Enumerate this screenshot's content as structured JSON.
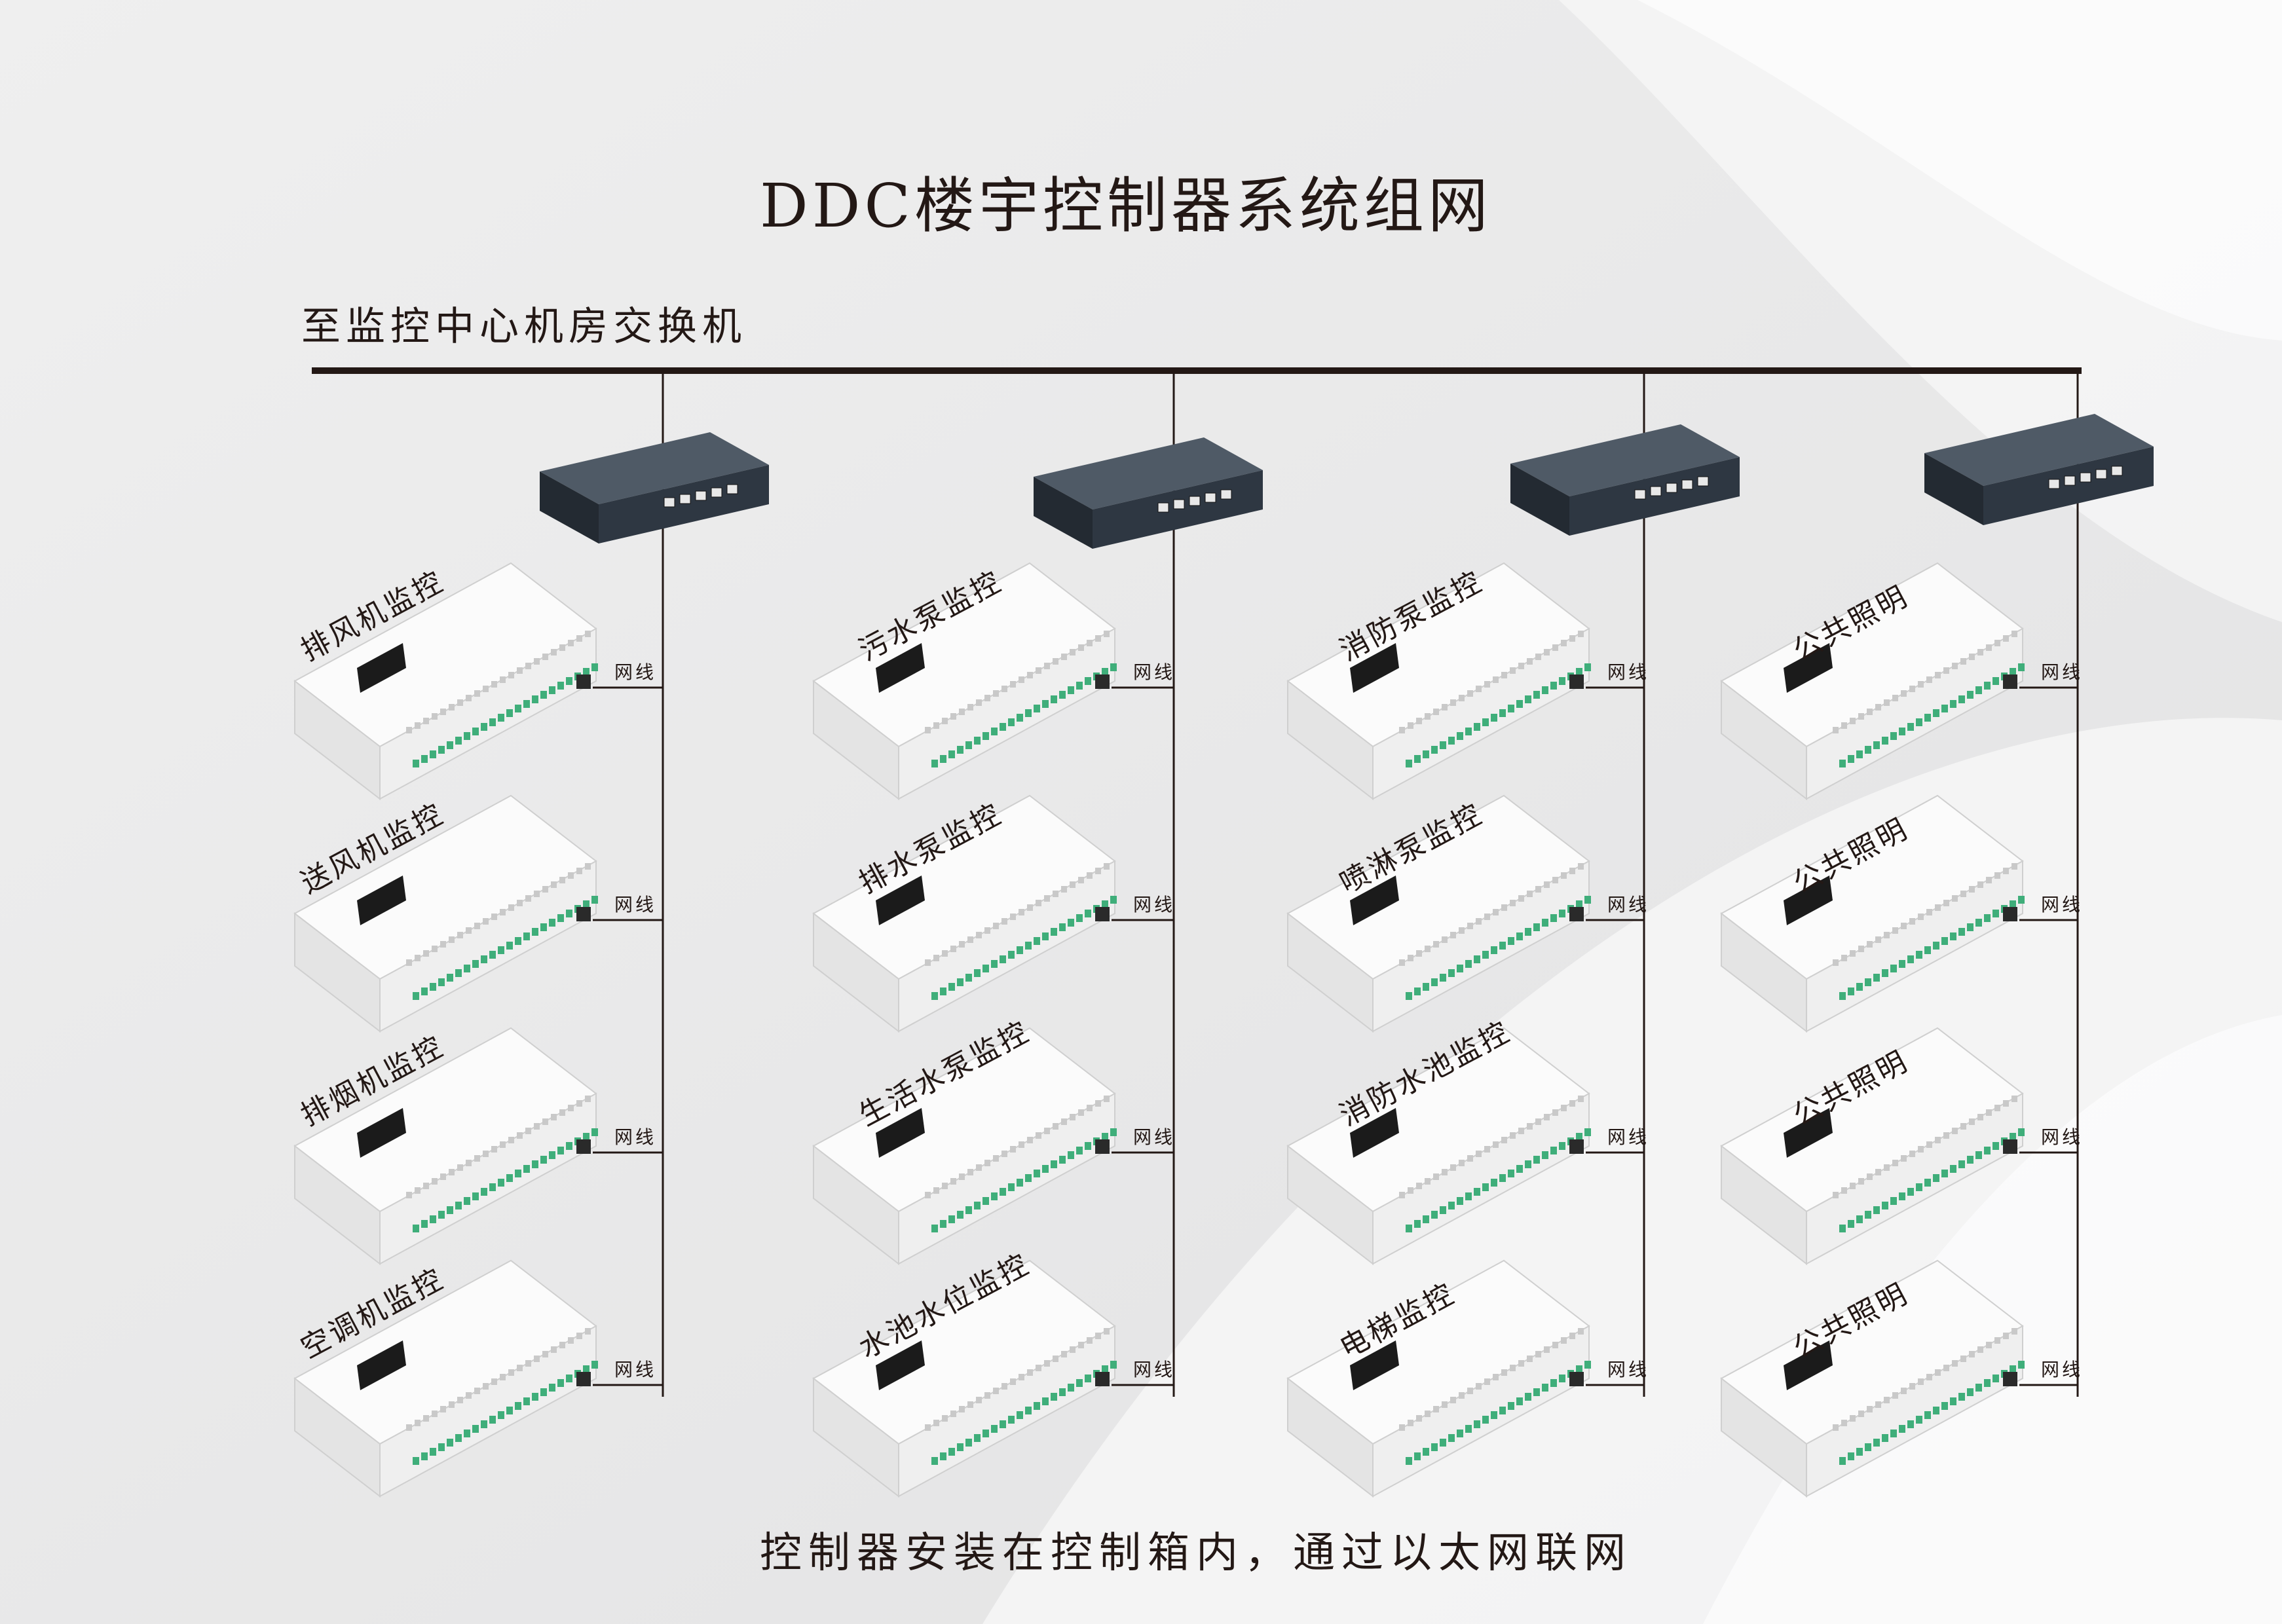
{
  "title": "DDC楼宇控制器系统组网",
  "uplink_label": "至监控中心机房交换机",
  "footer": "控制器安装在控制箱内，通过以太网联网",
  "wire_label": "网线",
  "colors": {
    "bus": "#231815",
    "terminal_green": "#3fae7a",
    "switch_body": "#2e3742",
    "device_body": "#f7f7f7"
  },
  "columns": [
    {
      "devices": [
        "排风机监控",
        "送风机监控",
        "排烟机监控",
        "空调机监控"
      ]
    },
    {
      "devices": [
        "污水泵监控",
        "排水泵监控",
        "生活水泵监控",
        "水池水位监控"
      ]
    },
    {
      "devices": [
        "消防泵监控",
        "喷淋泵监控",
        "消防水池监控",
        "电梯监控"
      ]
    },
    {
      "devices": [
        "公共照明",
        "公共照明",
        "公共照明",
        "公共照明"
      ]
    }
  ]
}
